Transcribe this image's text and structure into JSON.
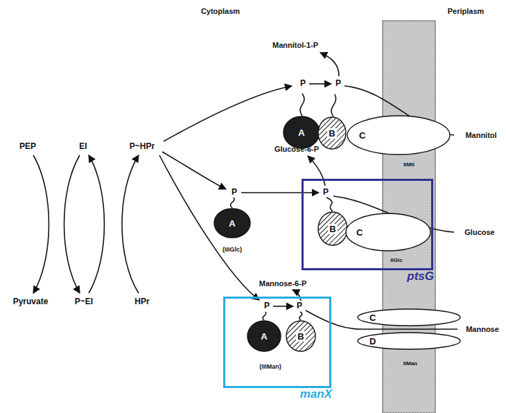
{
  "diagram": {
    "nodes": [
      {
        "text": [
          "A"
        ]
      },
      {
        "text": [
          "B"
        ]
      },
      {
        "text": [
          "C"
        ]
      },
      {
        "text": [
          "ptsG"
        ]
      },
      {
        "text": [
          "A"
        ]
      },
      {
        "text": [
          "B"
        ],
        "in": 3
      },
      {
        "text": [
          "C"
        ],
        "in": 3
      },
      {
        "text": [
          "manX"
        ]
      },
      {
        "text": [
          "A"
        ],
        "in": 7
      },
      {
        "text": [
          "B"
        ],
        "in": 7
      },
      {
        "text": [
          "C"
        ]
      },
      {
        "text": [
          "D"
        ]
      }
    ],
    "labels": [
      "Cytoplasm",
      "Periplasm",
      "PEP",
      "Pyruvate",
      "EI",
      "P~EI",
      "P~HPr",
      "HPr",
      "Mannitol-1-P",
      "P",
      "P",
      "Mannitol",
      "IIMtl",
      "Glucose-6-P",
      "P",
      "P",
      "Glucose",
      "(IIIGlc)",
      "IIGlc",
      "Mannose-6-P",
      "P",
      "P",
      "Mannose",
      "(IIIMan)",
      "IIMan"
    ]
  }
}
